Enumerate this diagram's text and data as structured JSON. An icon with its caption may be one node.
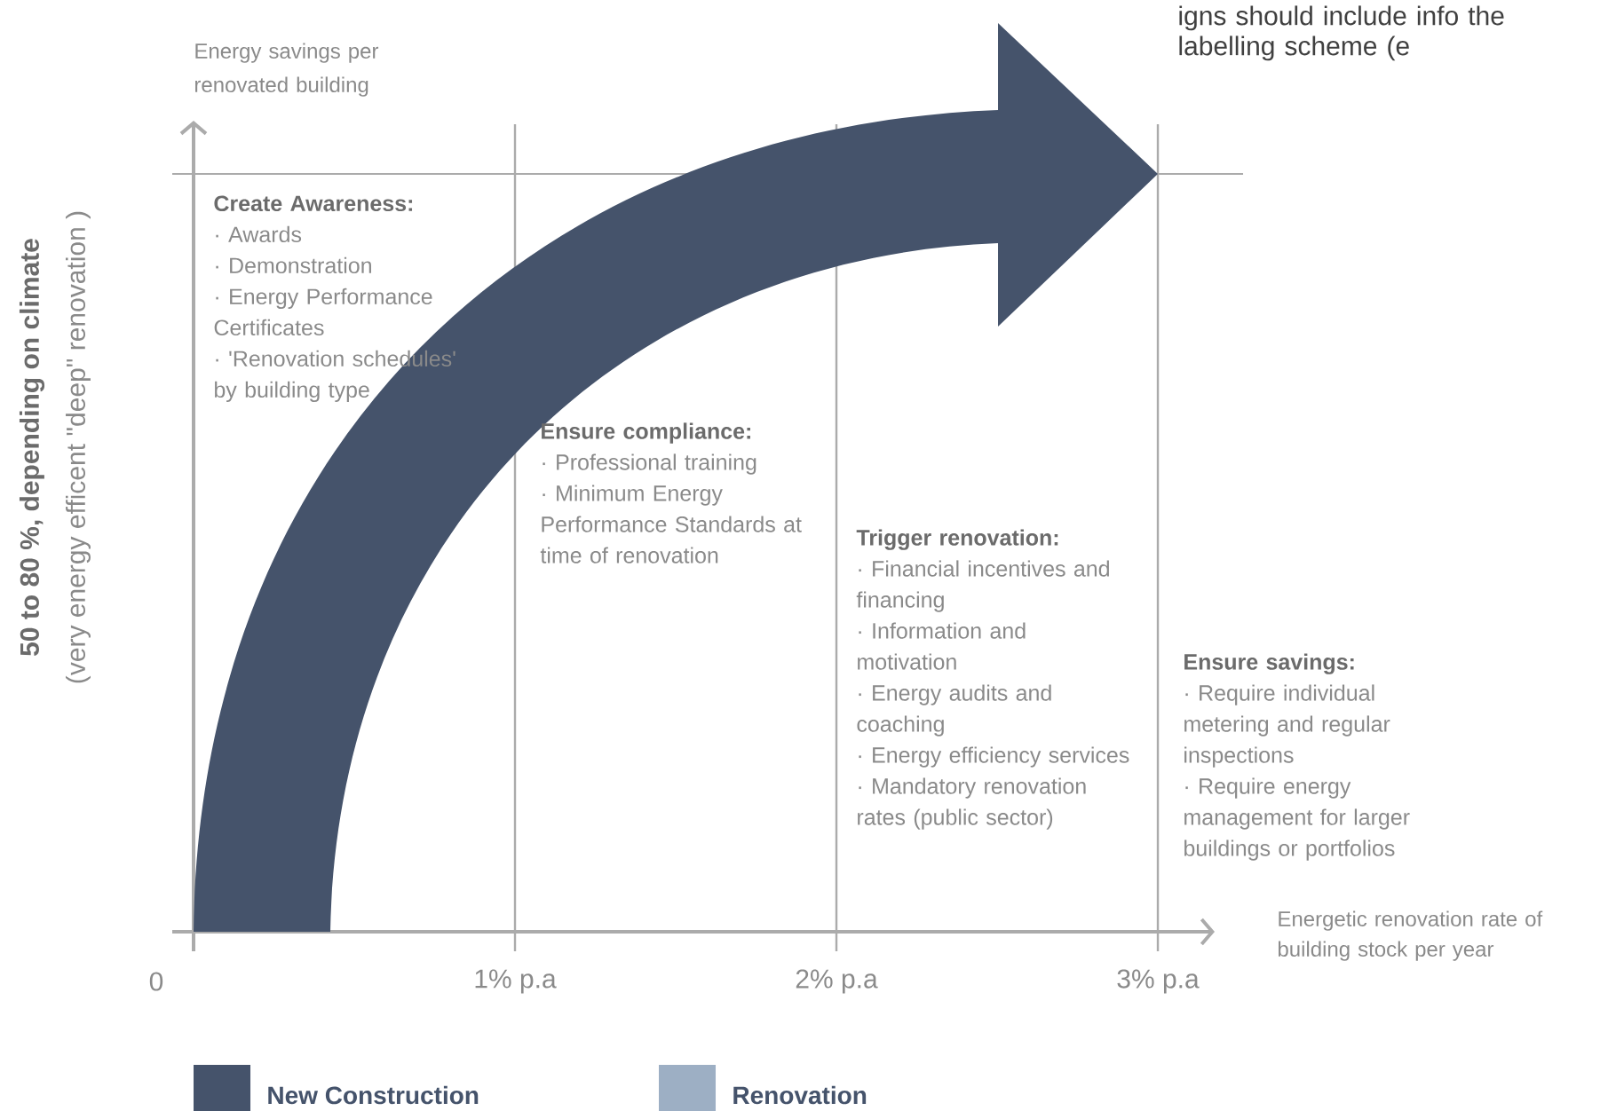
{
  "diagram": {
    "labels": [
      "igns should include info the labelling scheme (e",
      "Energy savings per renovated building",
      "50 to 80 %, depending on climate",
      "(very energy efficent \"deep\" renovation )",
      "Create Awareness:",
      "· Awards",
      "· Demonstration",
      "· Energy Performance Certificates",
      "· 'Renovation schedules' by building type",
      "Ensure compliance:",
      "· Professional training",
      "· Minimum Energy Performance Standards at time of renovation",
      "Trigger renovation:",
      "· Financial incentives and financing",
      "· Information and motivation",
      "· Energy audits and coaching",
      "· Energy efficiency services",
      "· Mandatory renovation rates (public sector)",
      "Ensure savings:",
      "· Require individual metering and regular inspections",
      "· Require energy management for larger buildings or portfolios",
      "0",
      "1% p.a",
      "2% p.a",
      "3% p.a",
      "Energetic renovation rate of building stock per year"
    ],
    "legend": [
      {
        "text": "New Construction",
        "color": "#45536b"
      },
      {
        "text": "Renovation",
        "color": "#9dafc4"
      }
    ]
  }
}
